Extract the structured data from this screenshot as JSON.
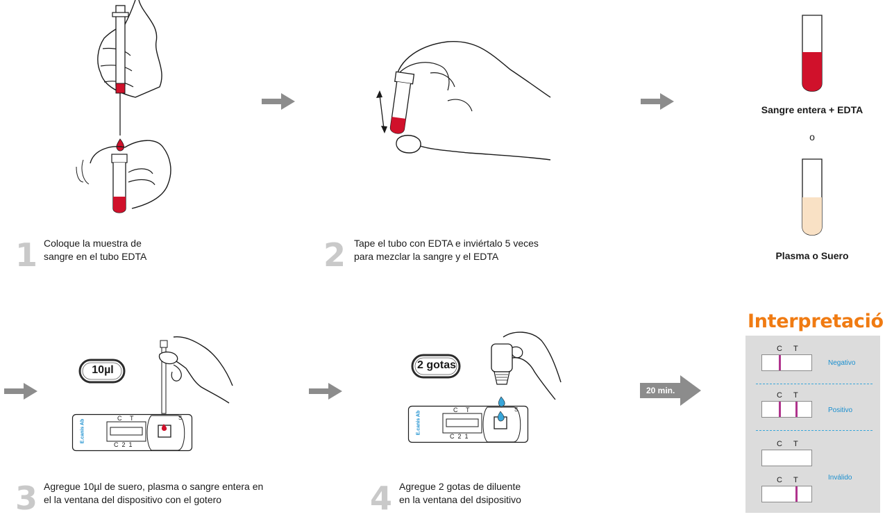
{
  "steps": [
    {
      "number": "1",
      "text_line1": "Coloque la muestra de",
      "text_line2": "sangre en el tubo EDTA"
    },
    {
      "number": "2",
      "text_line1": "Tape el tubo con EDTA e inviértalo 5 veces",
      "text_line2": "para mezclar la sangre y el EDTA"
    },
    {
      "number": "3",
      "text_line1": "Agregue 10µl de suero, plasma o sangre entera en",
      "text_line2": "el la ventana del dispositivo con el gotero"
    },
    {
      "number": "4",
      "text_line1": "Agregue 2 gotas de diluente",
      "text_line2": "en la ventana del dsipositivo"
    }
  ],
  "samples": {
    "whole_blood_label": "Sangre entera + EDTA",
    "or_label": "o",
    "plasma_label": "Plasma o Suero"
  },
  "badges": {
    "volume": "10µl",
    "drops": "2 gotas"
  },
  "device": {
    "brand": "E.canis Ab",
    "c_label": "C",
    "t_label": "T",
    "s_label": "S",
    "c21_label": "C  2  1"
  },
  "timer": {
    "label": "20 min."
  },
  "interpretation": {
    "title": "Interpretación",
    "c_label": "C",
    "t_label": "T",
    "negative": "Negativo",
    "positive": "Positivo",
    "invalid": "Inválido"
  },
  "colors": {
    "blood": "#d0112b",
    "plasma": "#f9e1c5",
    "arrow": "#8c8c8c",
    "accent_orange": "#f07b12",
    "result_blue": "#1a8fcf",
    "control_line": "#b0338d",
    "step_number_gray": "#c9c9c9",
    "panel_gray": "#dcdcdc"
  },
  "icons": [
    "pipette-icon",
    "hand-icon",
    "edta-tube-icon",
    "double-arrow-icon",
    "test-cassette-icon",
    "dropper-bottle-icon",
    "blood-drop-icon",
    "blue-drop-icon"
  ]
}
